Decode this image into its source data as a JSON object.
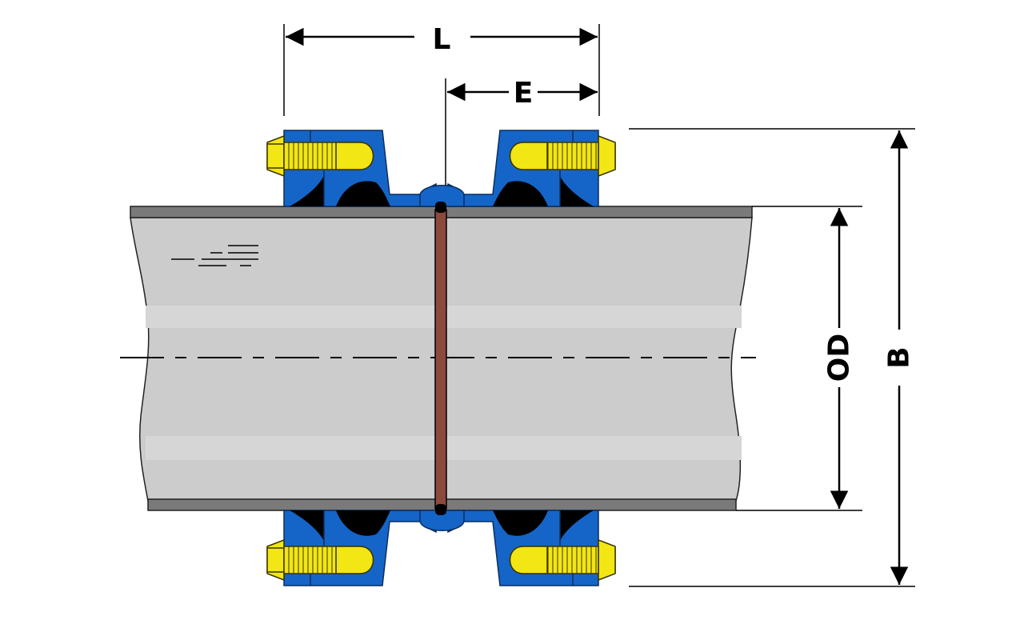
{
  "diagram": {
    "labels": {
      "length": "L",
      "end_gap": "E",
      "outside_diameter": "OD",
      "bolt_circle": "B"
    },
    "colors": {
      "background": "#ffffff",
      "pipe_body": "#cccccc",
      "pipe_band": "#d6d6d6",
      "pipe_wall": "#7a7a7a",
      "flange": "#1565c8",
      "bolt": "#f2e614",
      "gasket": "#000000",
      "center_ring": "#8b4a3c",
      "dimension_line": "#000000"
    }
  }
}
